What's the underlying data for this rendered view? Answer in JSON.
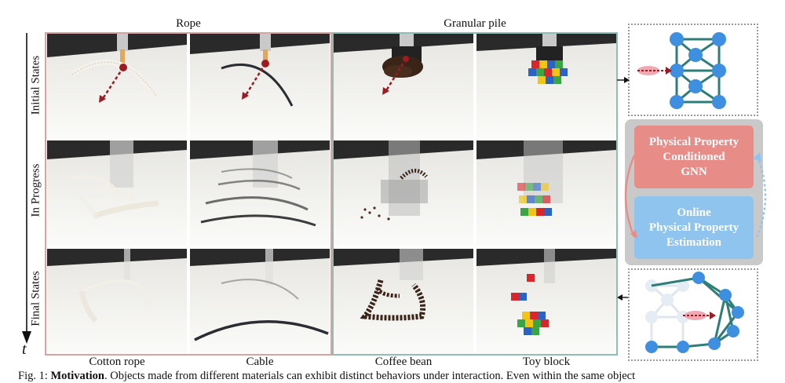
{
  "groups": {
    "rope": "Rope",
    "granular": "Granular pile"
  },
  "rows": [
    "Initial States",
    "In Progress",
    "Final States"
  ],
  "time_symbol": "t",
  "columns": [
    "Cotton rope",
    "Cable",
    "Coffee bean",
    "Toy block"
  ],
  "model": {
    "top_box": [
      "Physical Property",
      "Conditioned",
      "GNN"
    ],
    "bottom_box": [
      "Online",
      "Physical Property",
      "Estimation"
    ]
  },
  "colors": {
    "rope_frame": "#d9a3a0",
    "granular_frame": "#8fbdb8",
    "gnn_box": "#e88c88",
    "estimation_box": "#8fc4ef",
    "graph_node": "#3e8fe0",
    "graph_edge": "#2d7d78",
    "arrow": "#9b1c22"
  },
  "caption": {
    "label": "Fig. 1:",
    "bold": "Motivation",
    "text": ". Objects made from different materials can exhibit distinct behaviors under interaction. Even within the same object"
  }
}
